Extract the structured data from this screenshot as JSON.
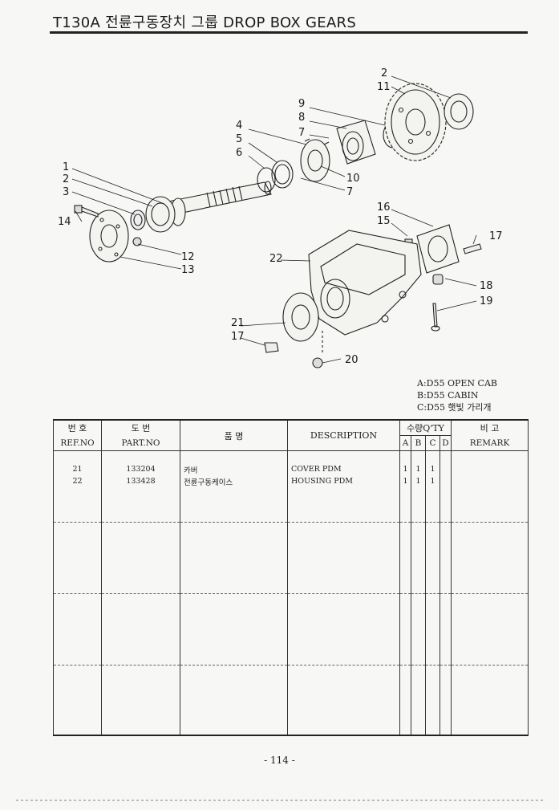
{
  "title": "T130A 전륜구동장치 그룹 DROP BOX GEARS",
  "callouts": {
    "c1": "1",
    "c2a": "2",
    "c3": "3",
    "c14a": "14",
    "c12": "12",
    "c13": "13",
    "c4": "4",
    "c5": "5",
    "c6": "6",
    "c7a": "7",
    "c7b": "7",
    "c8": "8",
    "c9": "9",
    "c10": "10",
    "c2b": "2",
    "c11": "11",
    "c16": "16",
    "c15": "15",
    "c17a": "17",
    "c17b": "17",
    "c18": "18",
    "c19": "19",
    "c20": "20",
    "c21": "21",
    "c22": "22"
  },
  "legend": {
    "a": "A:D55 OPEN CAB",
    "b": "B:D55 CABIN",
    "c": "C:D55 햇빛 가리개"
  },
  "table": {
    "headers": {
      "ref_kr": "번 호",
      "ref_en": "REF.NO",
      "part_kr": "도 번",
      "part_en": "PART.NO",
      "name_kr": "품 명",
      "desc": "DESCRIPTION",
      "qty": "수량Q'TY",
      "qa": "A",
      "qb": "B",
      "qc": "C",
      "qd": "D",
      "remark_kr": "비 고",
      "remark_en": "REMARK"
    },
    "rows": [
      {
        "ref": "21",
        "part": "133204",
        "name": "카버",
        "desc": "COVER PDM",
        "a": "1",
        "b": "1",
        "c": "1",
        "d": ""
      },
      {
        "ref": "22",
        "part": "133428",
        "name": "전륜구동케이스",
        "desc": "HOUSING PDM",
        "a": "1",
        "b": "1",
        "c": "1",
        "d": ""
      }
    ]
  },
  "page_number": "- 114 -"
}
